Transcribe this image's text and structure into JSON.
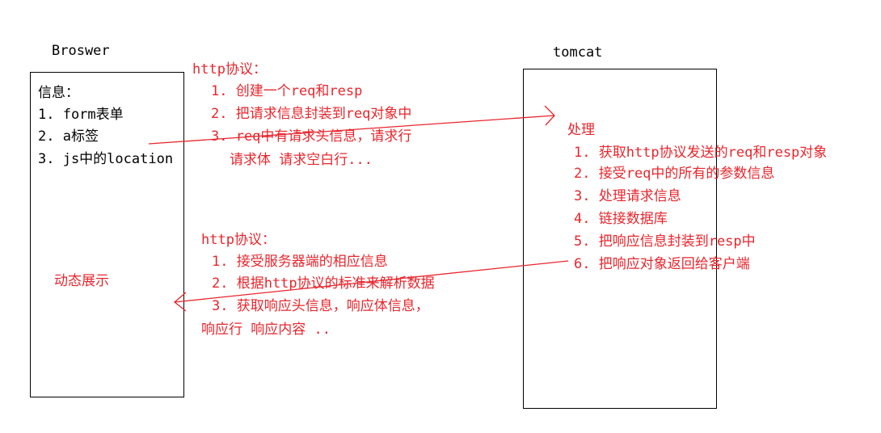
{
  "browser": {
    "title": "Broswer",
    "lines": [
      "信息：",
      "1. form表单",
      "2. a标签",
      "3. js中的location"
    ],
    "dynamic_label": "动态展示"
  },
  "tomcat": {
    "title": "tomcat",
    "process_title": "处理",
    "steps": [
      "1. 获取http协议发送的req和resp对象",
      "2. 接受req中的所有的参数信息",
      "3. 处理请求信息",
      "4. 链接数据库",
      "5. 把响应信息封装到resp中",
      "6. 把响应对象返回给客户端"
    ]
  },
  "request": {
    "title": "http协议：",
    "lines": [
      "1. 创建一个req和resp",
      "2. 把请求信息封装到req对象中",
      "3. req中有请求头信息，请求行",
      "请求体 请求空白行..."
    ]
  },
  "response": {
    "title": "http协议：",
    "lines": [
      "1. 接受服务器端的相应信息",
      "2. 根据http协议的标准来解析数据",
      "3. 获取响应头信息，响应体信息，",
      "响应行 响应内容 .."
    ]
  },
  "colors": {
    "annotation": "#e8262d",
    "box": "#000000",
    "text": "#000000"
  }
}
